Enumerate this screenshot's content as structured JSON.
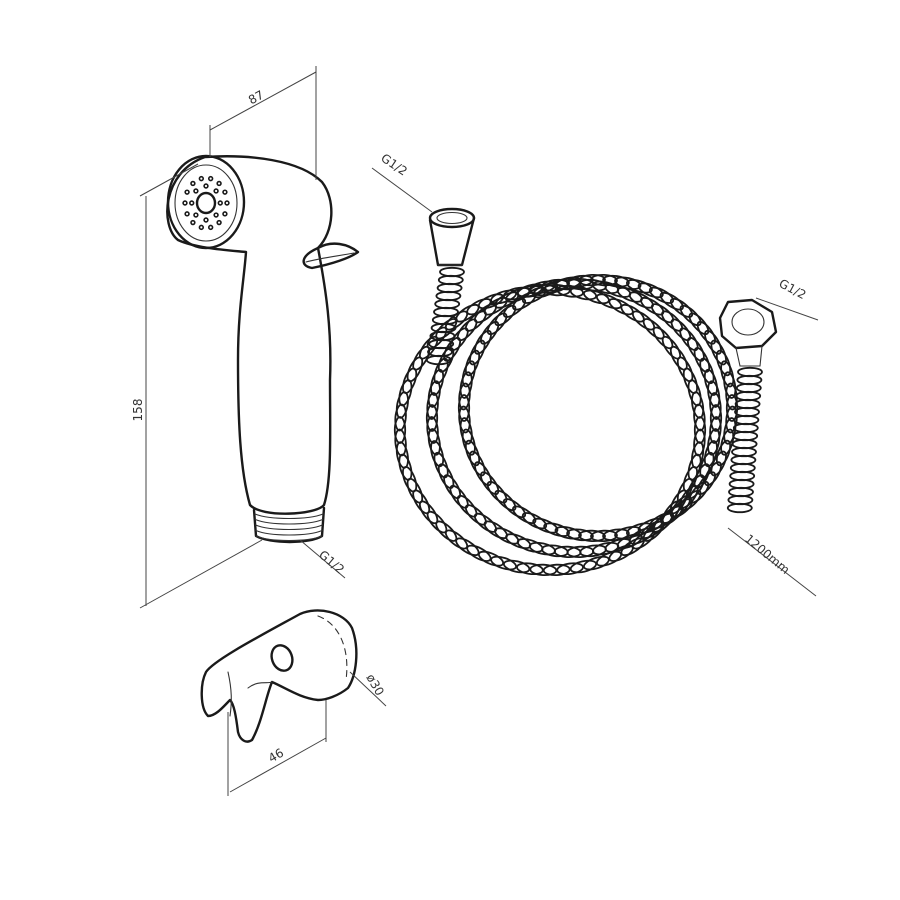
{
  "dimensions": {
    "head_width": "87",
    "height": "158",
    "sprayer_thread": "G1/2",
    "hose_inlet_thread": "G1/2",
    "hose_outlet_thread": "G1/2",
    "hose_length": "1200mm",
    "holder_diameter": "ø30",
    "holder_width": "46"
  },
  "colors": {
    "line": "#1a1a1a",
    "dimension": "#444444",
    "background": "#ffffff"
  }
}
